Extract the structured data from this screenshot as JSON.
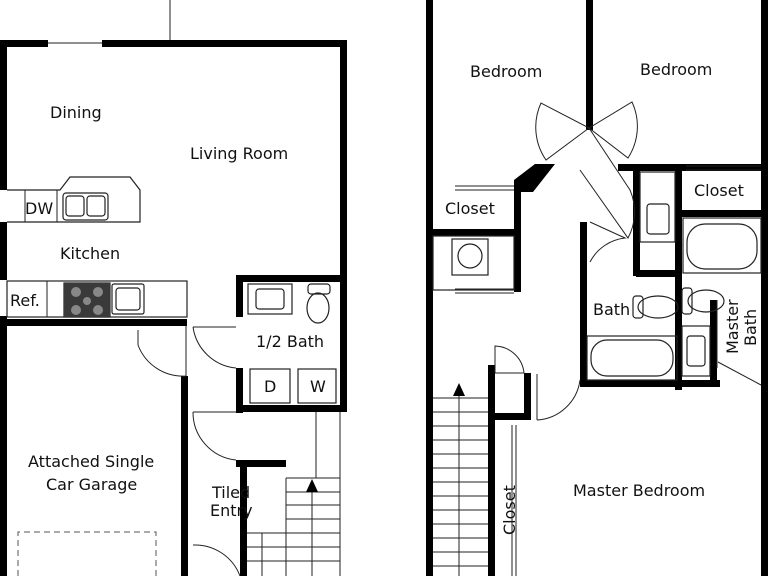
{
  "rooms": {
    "dining": "Dining",
    "living_room": "Living Room",
    "kitchen": "Kitchen",
    "dishwasher": "DW",
    "refrigerator": "Ref.",
    "half_bath": "1/2 Bath",
    "dryer": "D",
    "washer": "W",
    "garage_line1": "Attached Single",
    "garage_line2": "Car Garage",
    "tiled_entry_line1": "Tiled",
    "tiled_entry_line2": "Entry",
    "bedroom_left": "Bedroom",
    "bedroom_right": "Bedroom",
    "closet_left": "Closet",
    "closet_right": "Closet",
    "bath": "Bath",
    "master_bath_line1": "Master",
    "master_bath_line2": "Bath",
    "closet_vertical": "Closet",
    "master_bedroom": "Master Bedroom"
  },
  "colors": {
    "wall": "#000000",
    "background": "#ffffff",
    "fixture": "#222222"
  }
}
